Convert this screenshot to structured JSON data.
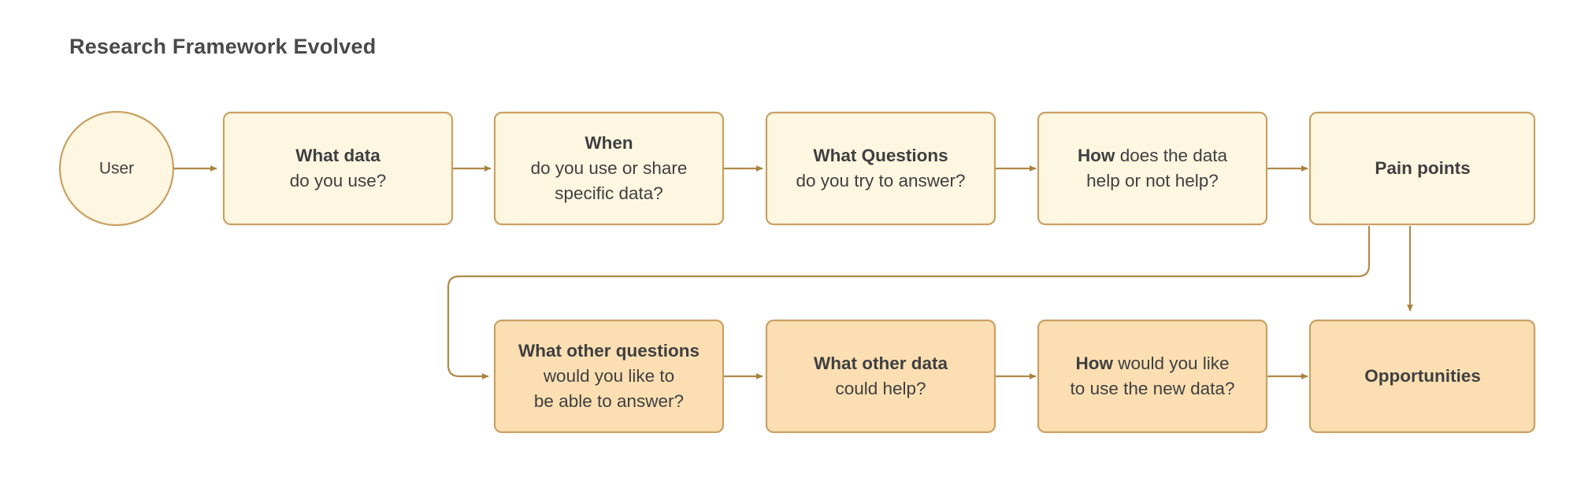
{
  "page": {
    "title": "Research Framework Evolved",
    "background": "#ffffff",
    "title_color": "#4a4a4a"
  },
  "theme": {
    "node_fill_light": "#fdf6e0",
    "node_fill_dark": "#fbdfb2",
    "node_stroke": "#c9a063",
    "edge_stroke": "#b08a4a",
    "text_color": "#3f3f41"
  },
  "diagram": {
    "type": "flowchart",
    "actor": {
      "id": "user",
      "label": "User",
      "shape": "circle",
      "fill": "#fdf6e0"
    },
    "top_row": [
      {
        "id": "what-data",
        "strong": "What data",
        "lines": [
          "do you use?"
        ],
        "fill": "#fdf6e0"
      },
      {
        "id": "when",
        "strong": "When",
        "lines": [
          "do you use or share",
          "specific data?"
        ],
        "fill": "#fdf6e0"
      },
      {
        "id": "what-questions",
        "strong": "What Questions",
        "lines": [
          "do you try to answer?"
        ],
        "fill": "#fdf6e0"
      },
      {
        "id": "how-does-data-help",
        "inline_strong": "How",
        "inline_rest": " does the data",
        "lines": [
          "help or not help?"
        ],
        "fill": "#fdf6e0"
      }
    ],
    "top_outcome": {
      "id": "pain-points",
      "strong": "Pain points",
      "fill": "#fdf6e0"
    },
    "bottom_row": [
      {
        "id": "what-other-questions",
        "strong": "What other questions",
        "lines": [
          "would you like to",
          "be able to answer?"
        ],
        "fill": "#fbdfb2"
      },
      {
        "id": "what-other-data",
        "strong": "What other data",
        "lines": [
          "could help?"
        ],
        "fill": "#fbdfb2"
      },
      {
        "id": "how-use-new-data",
        "inline_strong": "How",
        "inline_rest": " would you like",
        "lines": [
          "to use the new data?"
        ],
        "fill": "#fbdfb2"
      }
    ],
    "bottom_outcome": {
      "id": "opportunities",
      "strong": "Opportunities",
      "fill": "#fbdfb2"
    },
    "edges": [
      {
        "from": "user",
        "to": "what-data",
        "kind": "straight"
      },
      {
        "from": "what-data",
        "to": "when",
        "kind": "straight"
      },
      {
        "from": "when",
        "to": "what-questions",
        "kind": "straight"
      },
      {
        "from": "what-questions",
        "to": "how-does-data-help",
        "kind": "straight"
      },
      {
        "from": "how-does-data-help",
        "to": "pain-points",
        "kind": "straight"
      },
      {
        "from": "pain-points",
        "to": "what-other-questions",
        "kind": "elbow-feedback"
      },
      {
        "from": "pain-points",
        "to": "opportunities",
        "kind": "vertical"
      },
      {
        "from": "what-other-questions",
        "to": "what-other-data",
        "kind": "straight"
      },
      {
        "from": "what-other-data",
        "to": "how-use-new-data",
        "kind": "straight"
      },
      {
        "from": "how-use-new-data",
        "to": "opportunities",
        "kind": "straight"
      }
    ]
  }
}
